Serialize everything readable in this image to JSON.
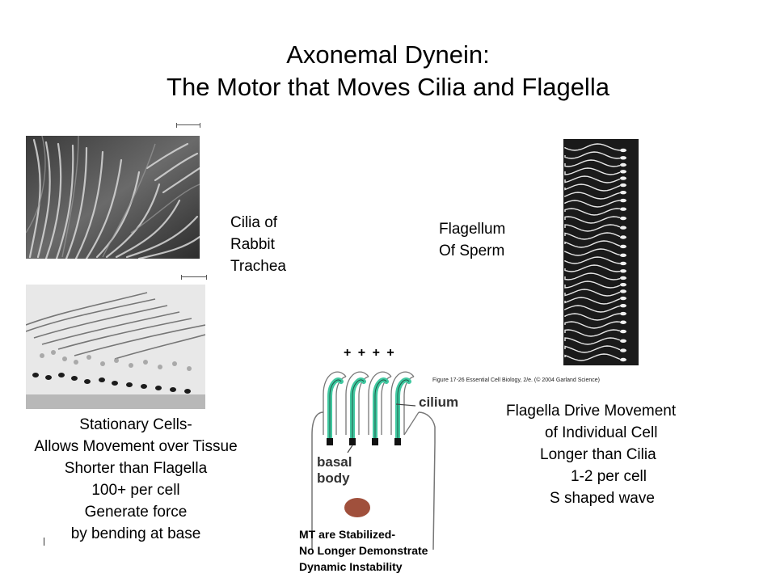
{
  "title": {
    "line1": "Axonemal Dynein:",
    "line2": "The Motor that Moves Cilia and Flagella"
  },
  "cilia_label": [
    "Cilia of",
    "Rabbit",
    "Trachea"
  ],
  "flagellum_label": [
    "Flagellum",
    "Of Sperm"
  ],
  "figure_credit": "Figure 17-26  Essential Cell Biology, 2/e. (© 2004 Garland Science)",
  "diagram": {
    "plus_ends": "+ + + +",
    "cilium_label": "cilium",
    "basal_label_1": "basal",
    "basal_label_2": "body"
  },
  "cilia_notes": [
    "Stationary Cells-",
    "Allows Movement over Tissue",
    "Shorter than Flagella",
    "100+ per cell",
    "Generate force",
    "by bending at base"
  ],
  "mt_notes": [
    "MT are Stabilized-",
    "No Longer Demonstrate",
    "Dynamic Instability"
  ],
  "flagella_notes": [
    "Flagella Drive Movement",
    "of Individual Cell",
    "Longer than Cilia",
    "1-2 per cell",
    "S shaped wave"
  ],
  "colors": {
    "cilium_fill": "#40c8a0",
    "nucleus": "#a0503c",
    "outline": "#777777"
  }
}
